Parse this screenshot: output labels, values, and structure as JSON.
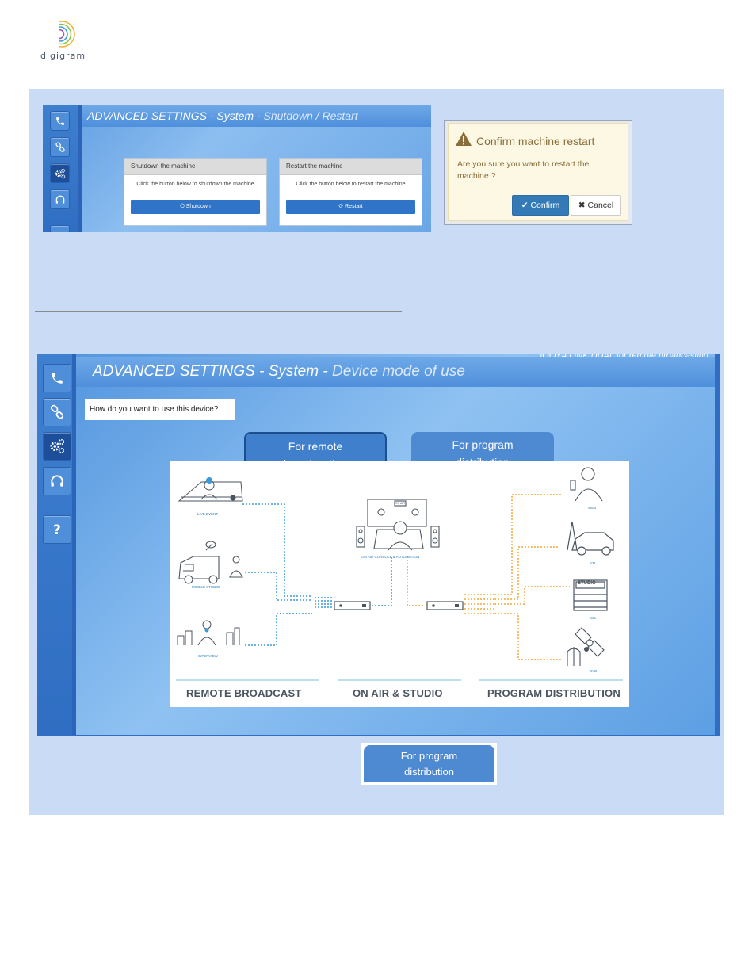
{
  "logo": {
    "text": "digigram"
  },
  "shutdown_panel": {
    "header_title": "ADVANCED SETTINGS",
    "header_section": "System",
    "header_page": "Shutdown / Restart",
    "shutdown_card": {
      "title": "Shutdown the machine",
      "text": "Click the button below to shutdown the machine",
      "button": "Shutdown"
    },
    "restart_card": {
      "title": "Restart the machine",
      "text": "Click the button below to restart the machine",
      "button": "Restart"
    }
  },
  "restart_dialog": {
    "title": "Confirm machine restart",
    "message": "Are you sure you want to restart the machine ?",
    "confirm_label": "Confirm",
    "cancel_label": "Cancel"
  },
  "device_mode_panel": {
    "top_strip": "IQOYA LINK DUAL for remote broadcasting",
    "header_title": "ADVANCED SETTINGS",
    "header_section": "System",
    "header_page": "Device mode of use",
    "question": "How do you want to use this device?",
    "tabs": [
      {
        "line1": "For remote",
        "line2": "broadcasting"
      },
      {
        "line1": "For program",
        "line2": "distribution"
      }
    ],
    "diagram": {
      "sections": [
        "REMOTE BROADCAST",
        "ON AIR & STUDIO",
        "PROGRAM  DISTRIBUTION"
      ],
      "left_items": [
        "LIVE EVENT",
        "MOBILE STUDIO",
        "INTERVIEW"
      ],
      "center_label": "ON AIR CONSOLE & AUTOMATION",
      "onair_sign": "ON AIR",
      "right_items": [
        "WEB",
        "STL",
        "SSL",
        "DVB"
      ],
      "studio_sign": "STUDIO"
    }
  },
  "standalone_tab": {
    "line1": "For program",
    "line2": "distribution"
  },
  "colors": {
    "band": "#cadbf6",
    "accent_blue": "#337ab7",
    "remote_line": "#3a9ad9",
    "distribution_line": "#f0a83a",
    "dialog_bg": "#fcf8e3"
  }
}
